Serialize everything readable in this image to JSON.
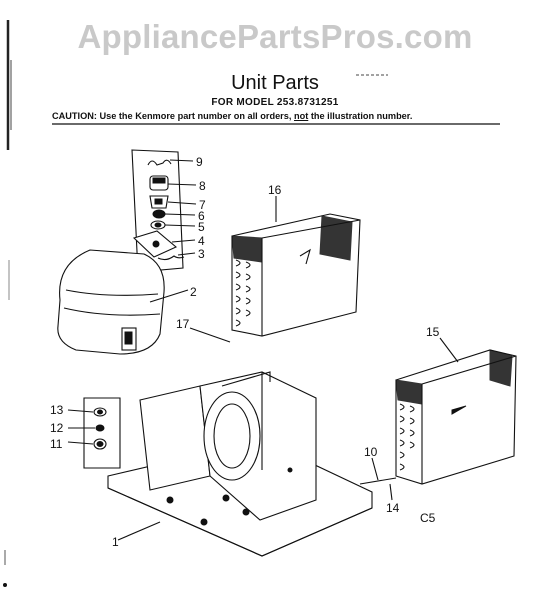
{
  "watermark": "AppliancePartsPros.com",
  "header": {
    "title": "Unit Parts",
    "model": "FOR MODEL 253.8731251",
    "caution_prefix": "CAUTION: Use the Kenmore part number on all orders, ",
    "caution_not": "not",
    "caution_suffix": " the illustration number."
  },
  "callouts": [
    "9",
    "8",
    "7",
    "6",
    "5",
    "4",
    "3",
    "2",
    "16",
    "17",
    "15",
    "13",
    "12",
    "11",
    "10",
    "14",
    "1"
  ],
  "diagram_code": "C5"
}
